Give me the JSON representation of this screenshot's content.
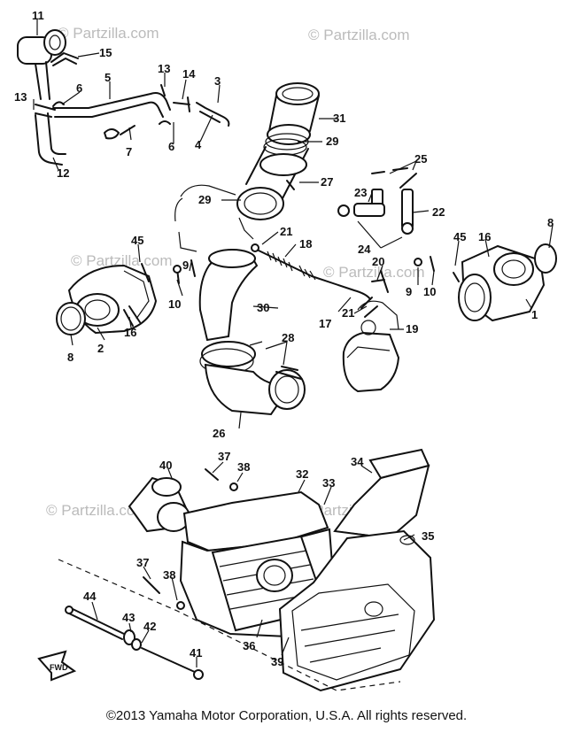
{
  "watermark": "© Partzilla.com",
  "copyright": "©2013  Yamaha Motor Corporation, U.S.A. All rights reserved.",
  "front_arrow_label": "FWD",
  "callouts": {
    "n1": "1",
    "n2": "2",
    "n3": "3",
    "n4": "4",
    "n5": "5",
    "n6": "6",
    "n6b": "6",
    "n7": "7",
    "n8": "8",
    "n8b": "8",
    "n9": "9",
    "n9b": "9",
    "n10": "10",
    "n10b": "10",
    "n11": "11",
    "n12": "12",
    "n13": "13",
    "n13b": "13",
    "n14": "14",
    "n15": "15",
    "n16": "16",
    "n16b": "16",
    "n17": "17",
    "n18": "18",
    "n19": "19",
    "n20": "20",
    "n21": "21",
    "n21b": "21",
    "n22": "22",
    "n23": "23",
    "n24": "24",
    "n25": "25",
    "n26": "26",
    "n27": "27",
    "n28": "28",
    "n29": "29",
    "n29b": "29",
    "n30": "30",
    "n31": "31",
    "n32": "32",
    "n33": "33",
    "n34": "34",
    "n35": "35",
    "n36": "36",
    "n37": "37",
    "n37b": "37",
    "n38": "38",
    "n38b": "38",
    "n39": "39",
    "n40": "40",
    "n41": "41",
    "n42": "42",
    "n43": "43",
    "n44": "44",
    "n45": "45",
    "n45b": "45"
  }
}
